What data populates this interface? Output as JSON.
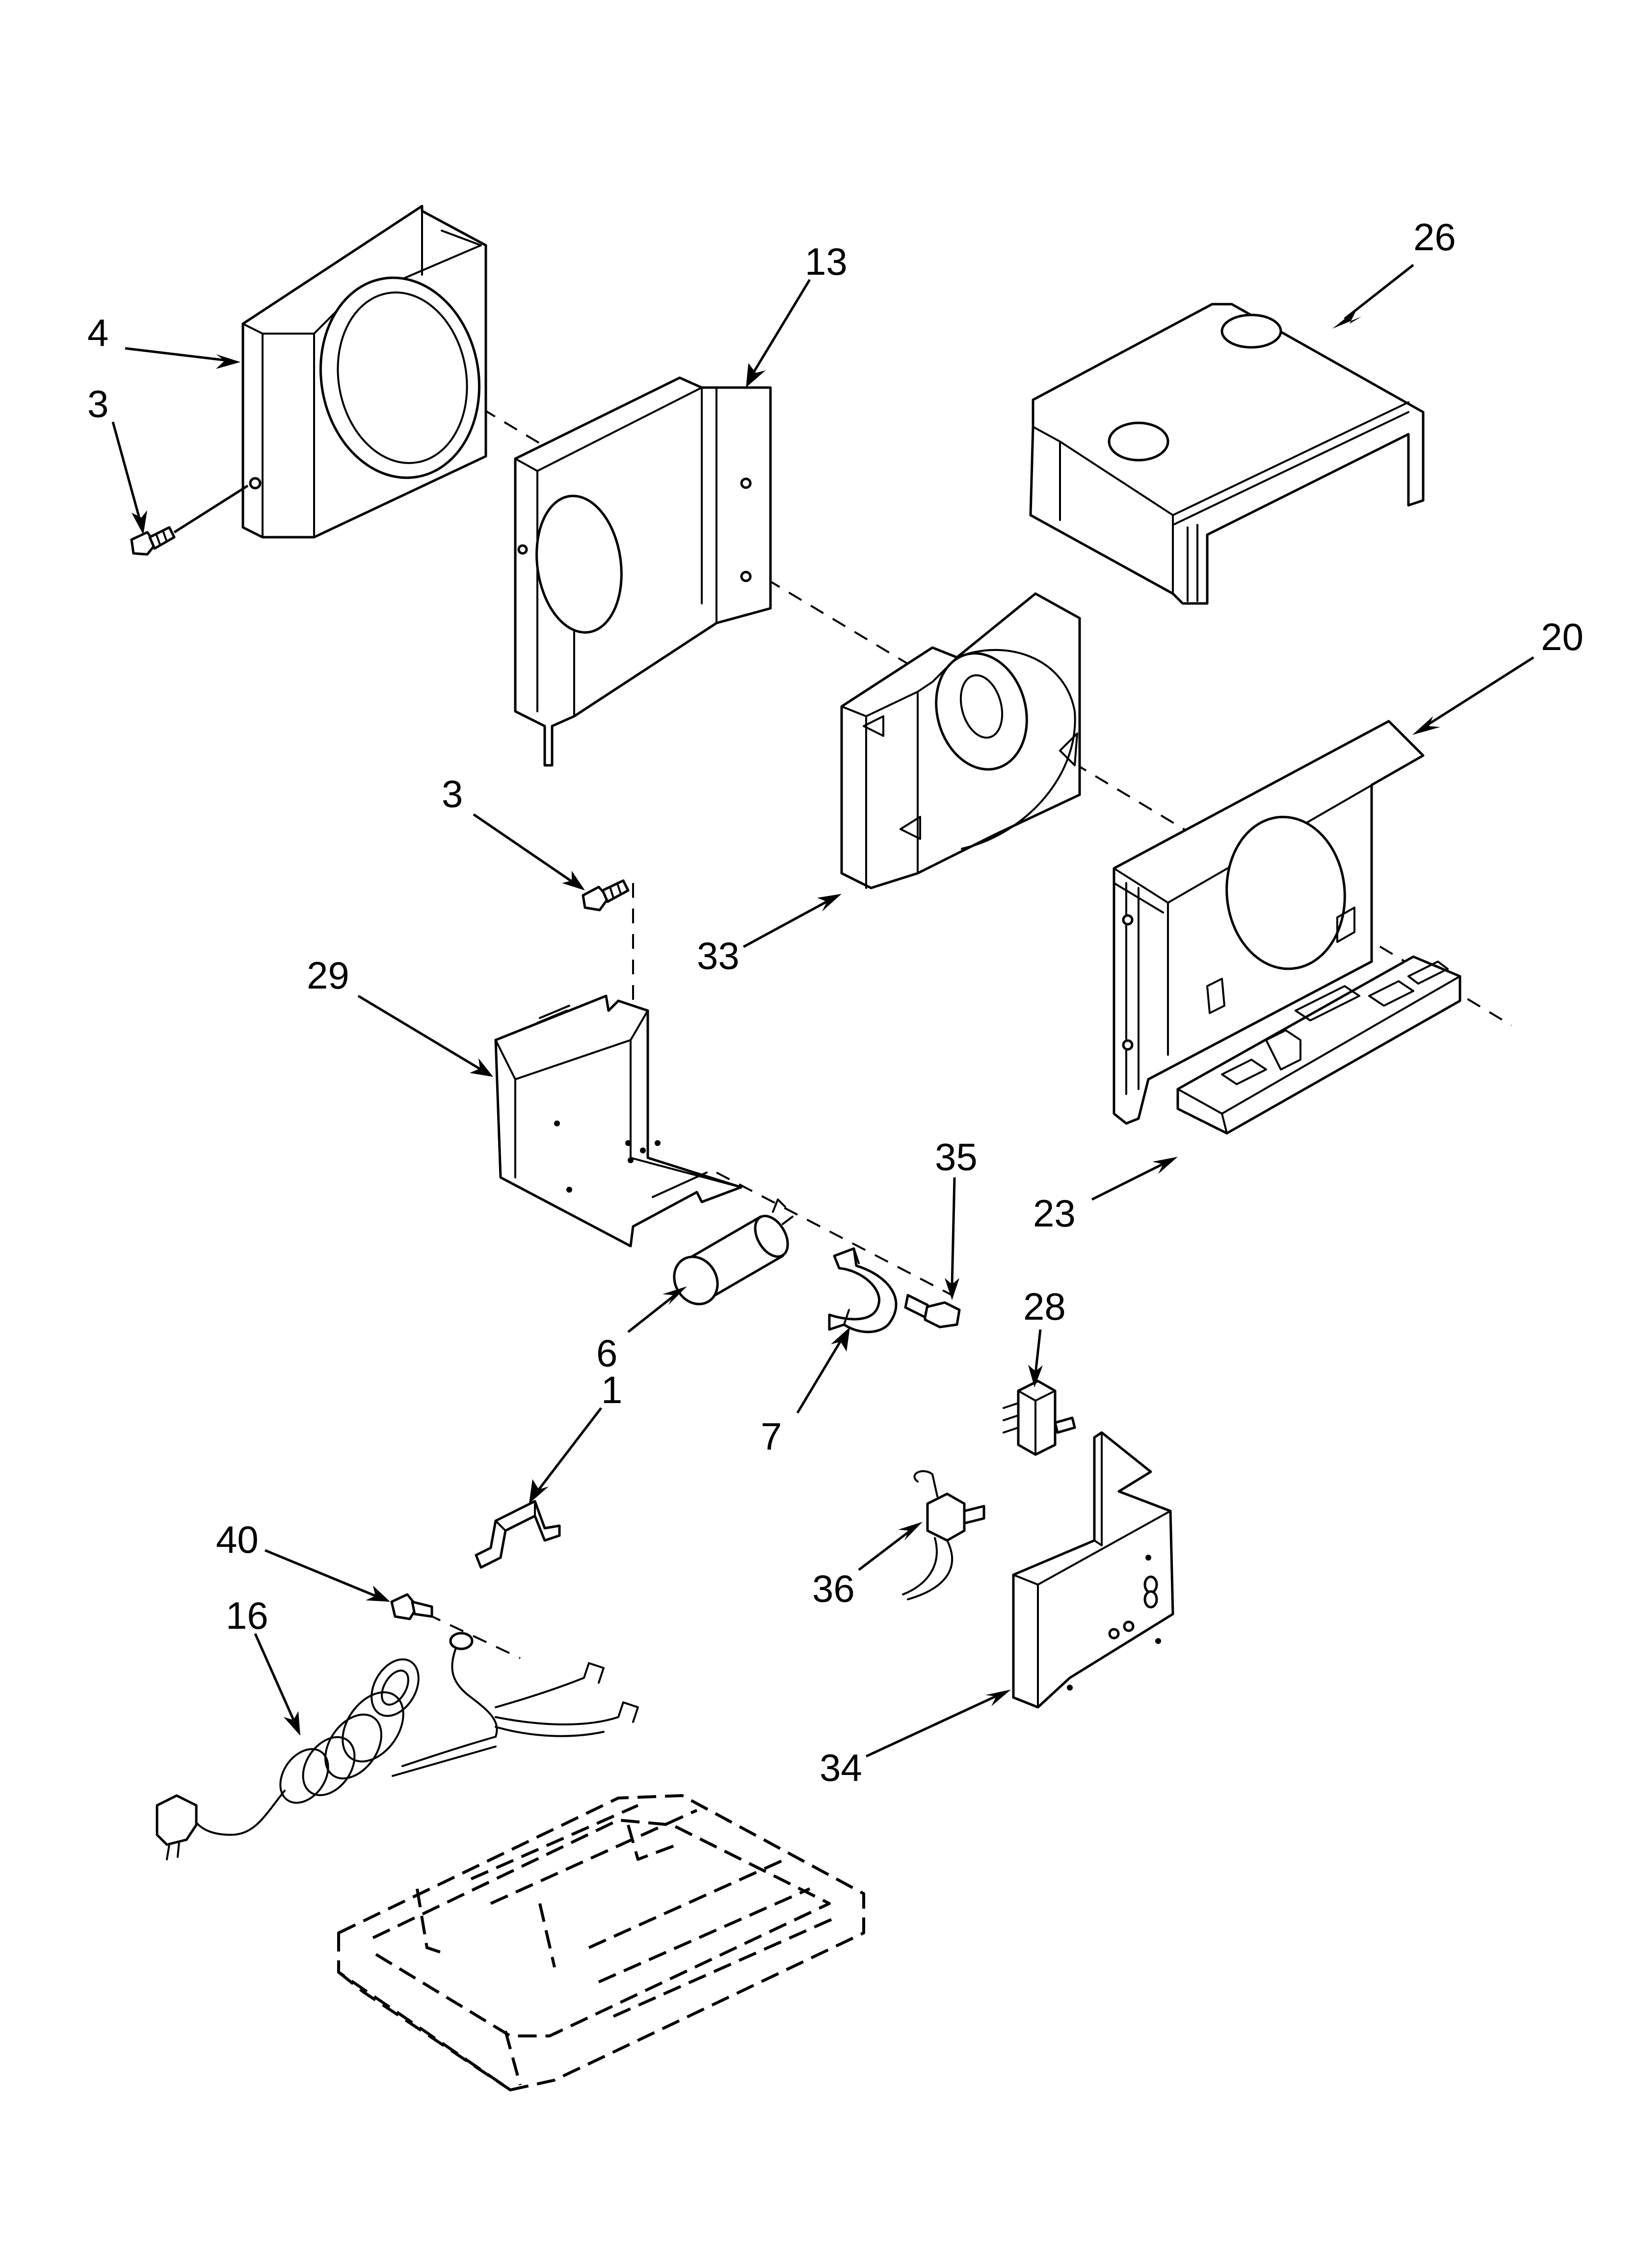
{
  "diagram": {
    "type": "exploded-parts-view",
    "callouts": [
      {
        "id": "c26",
        "label": "26"
      },
      {
        "id": "c13",
        "label": "13"
      },
      {
        "id": "c4",
        "label": "4"
      },
      {
        "id": "c3a",
        "label": "3"
      },
      {
        "id": "c20",
        "label": "20"
      },
      {
        "id": "c3b",
        "label": "3"
      },
      {
        "id": "c33",
        "label": "33"
      },
      {
        "id": "c29",
        "label": "29"
      },
      {
        "id": "c35",
        "label": "35"
      },
      {
        "id": "c23",
        "label": "23"
      },
      {
        "id": "c28",
        "label": "28"
      },
      {
        "id": "c6",
        "label": "6"
      },
      {
        "id": "c1",
        "label": "1"
      },
      {
        "id": "c7",
        "label": "7"
      },
      {
        "id": "c40",
        "label": "40"
      },
      {
        "id": "c36",
        "label": "36"
      },
      {
        "id": "c16",
        "label": "16"
      },
      {
        "id": "c34",
        "label": "34"
      }
    ]
  }
}
